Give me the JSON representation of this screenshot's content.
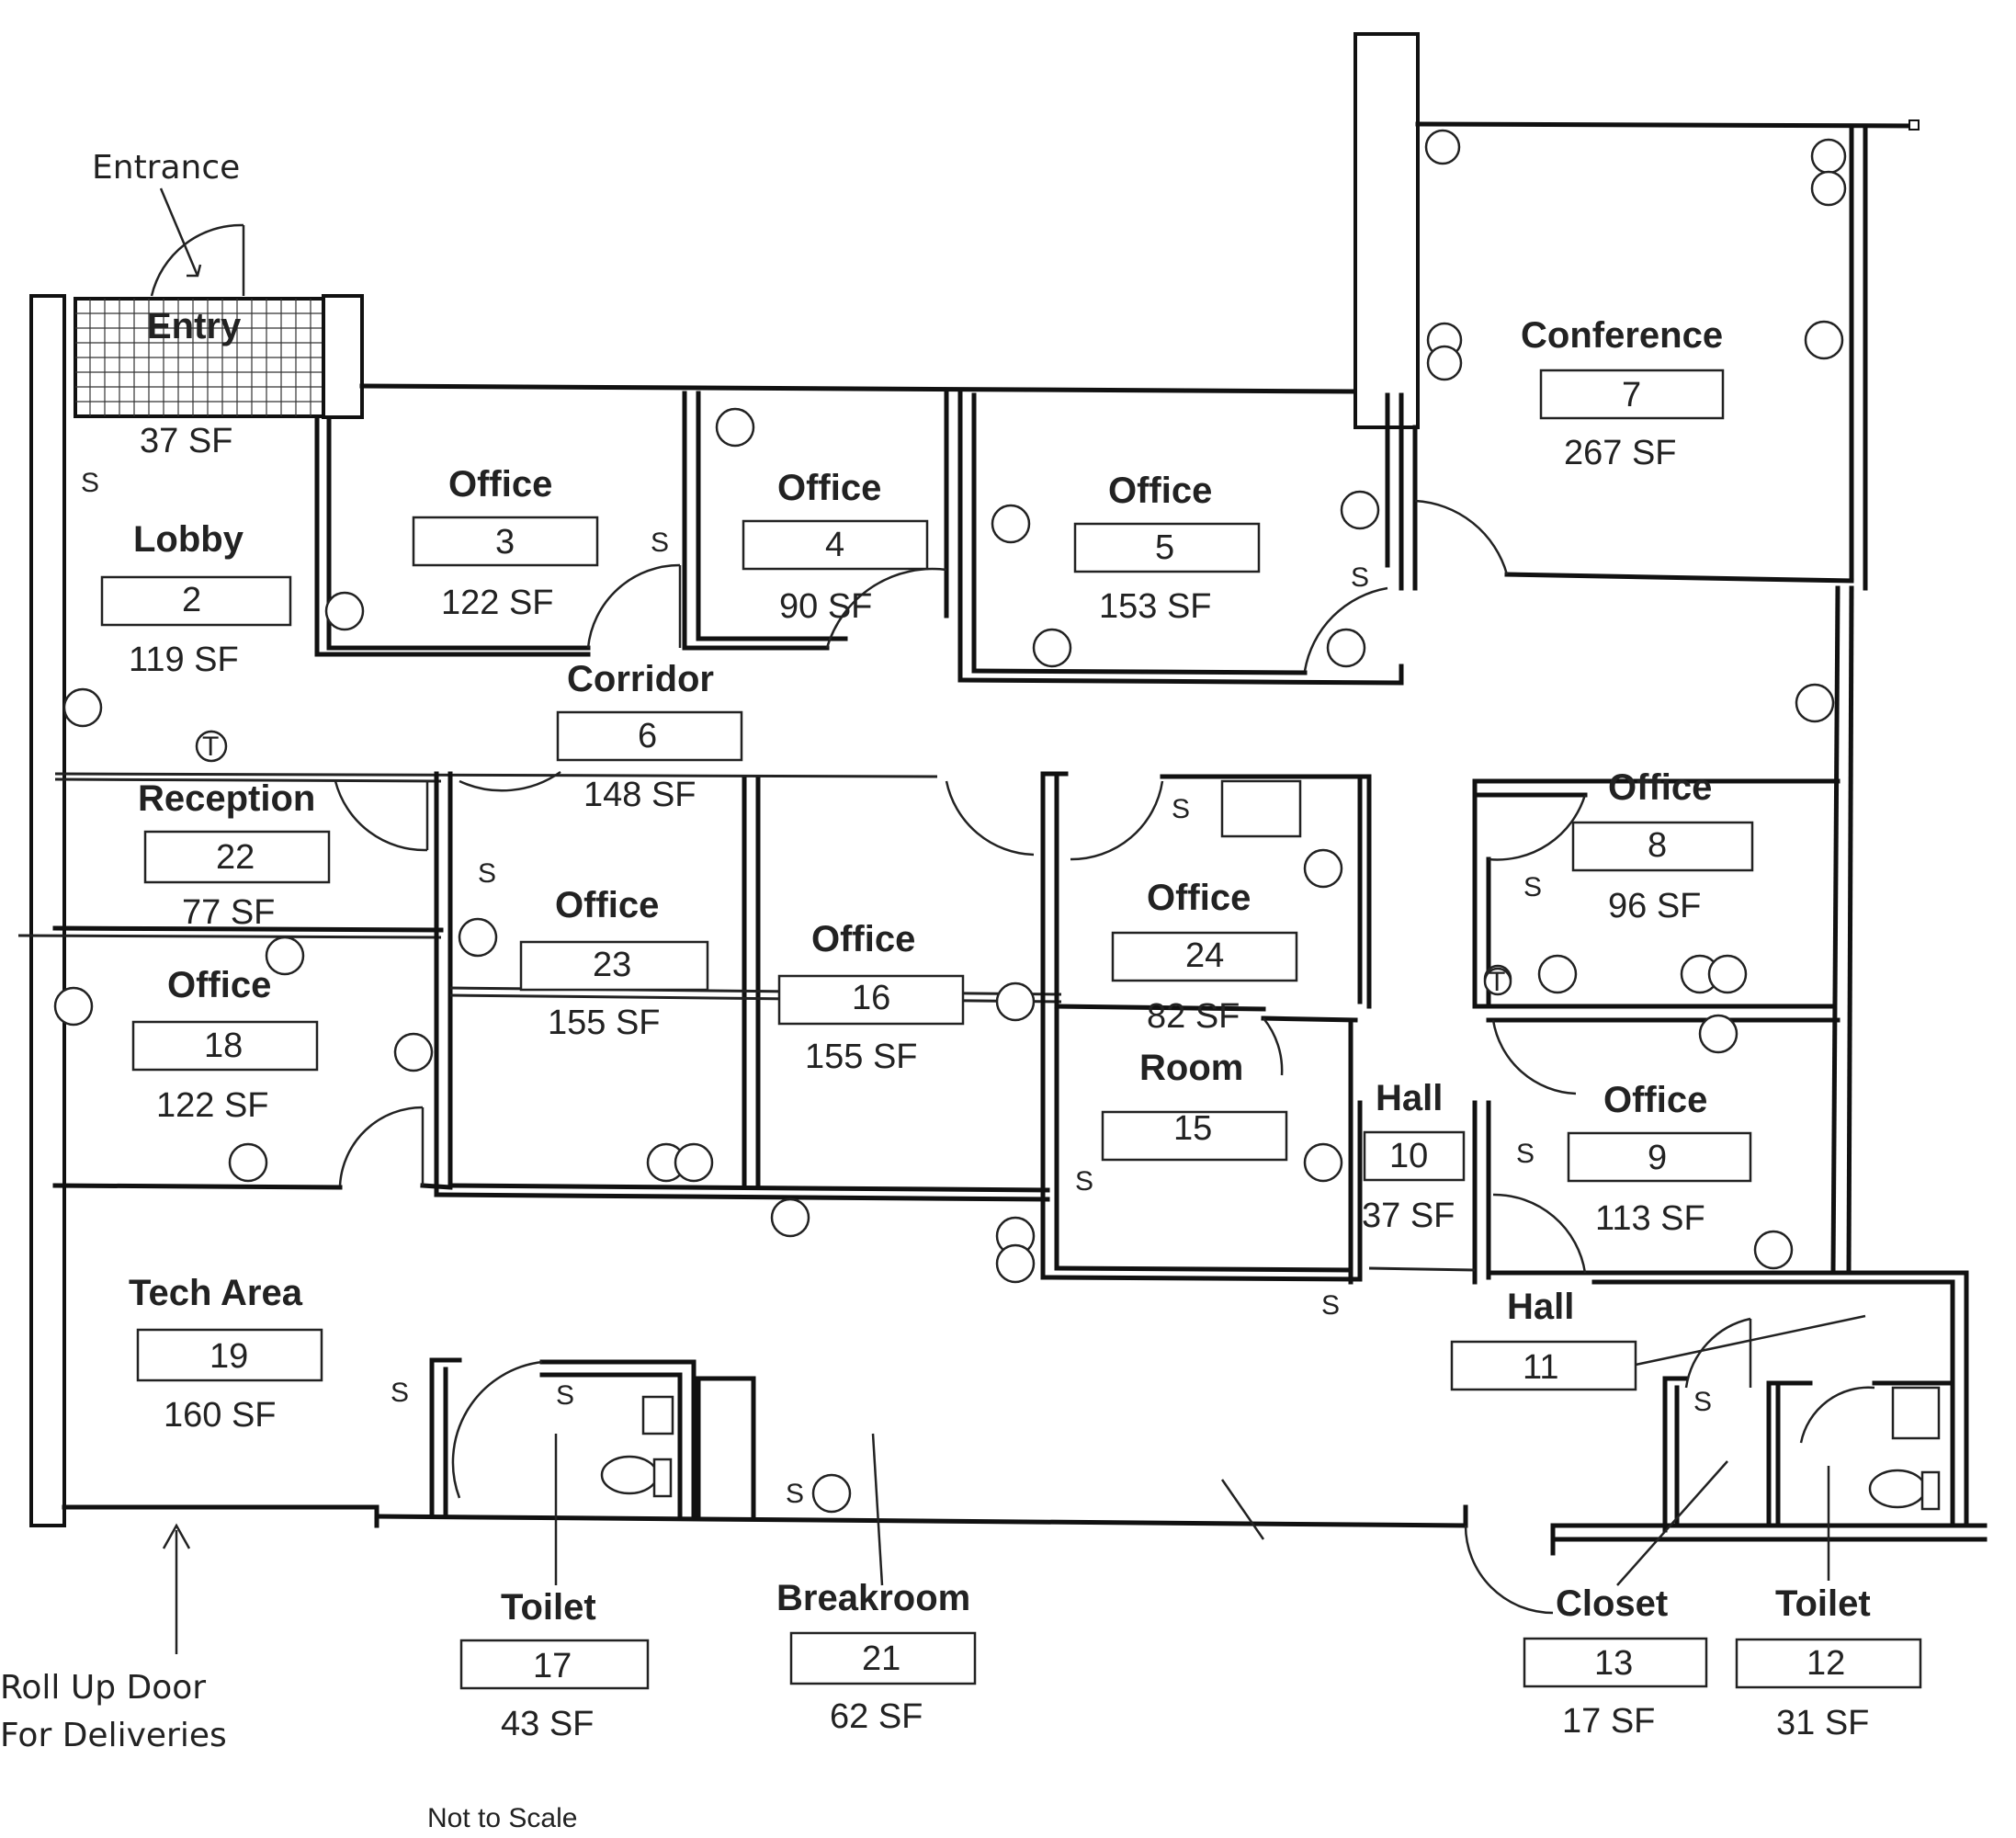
{
  "labels": {
    "entrance": "Entrance",
    "roll_up_door": [
      "Roll Up Door",
      "For Deliveries"
    ],
    "not_to_scale": "Not to Scale"
  },
  "rooms": [
    {
      "id": "entry",
      "name": "Entry",
      "number": "",
      "area": "37 SF"
    },
    {
      "id": "lobby",
      "name": "Lobby",
      "number": "2",
      "area": "119 SF"
    },
    {
      "id": "office-3",
      "name": "Office",
      "number": "3",
      "area": "122 SF"
    },
    {
      "id": "office-4",
      "name": "Office",
      "number": "4",
      "area": "90 SF"
    },
    {
      "id": "office-5",
      "name": "Office",
      "number": "5",
      "area": "153 SF"
    },
    {
      "id": "conference",
      "name": "Conference",
      "number": "7",
      "area": "267 SF"
    },
    {
      "id": "corridor",
      "name": "Corridor",
      "number": "6",
      "area": "148 SF"
    },
    {
      "id": "reception",
      "name": "Reception",
      "number": "22",
      "area": "77 SF"
    },
    {
      "id": "office-23",
      "name": "Office",
      "number": "23",
      "area": "155 SF"
    },
    {
      "id": "office-16",
      "name": "Office",
      "number": "16",
      "area": "155 SF"
    },
    {
      "id": "office-24",
      "name": "Office",
      "number": "24",
      "area": "82 SF"
    },
    {
      "id": "office-8",
      "name": "Office",
      "number": "8",
      "area": "96 SF"
    },
    {
      "id": "office-18",
      "name": "Office",
      "number": "18",
      "area": "122 SF"
    },
    {
      "id": "room-15",
      "name": "Room",
      "number": "15",
      "area": ""
    },
    {
      "id": "hall-10",
      "name": "Hall",
      "number": "10",
      "area": "37 SF"
    },
    {
      "id": "office-9",
      "name": "Office",
      "number": "9",
      "area": "113 SF"
    },
    {
      "id": "tech-area",
      "name": "Tech Area",
      "number": "19",
      "area": "160 SF"
    },
    {
      "id": "hall-11",
      "name": "Hall",
      "number": "11",
      "area": ""
    },
    {
      "id": "toilet-17",
      "name": "Toilet",
      "number": "17",
      "area": "43 SF"
    },
    {
      "id": "breakroom",
      "name": "Breakroom",
      "number": "21",
      "area": "62 SF"
    },
    {
      "id": "closet",
      "name": "Closet",
      "number": "13",
      "area": "17 SF"
    },
    {
      "id": "toilet-12",
      "name": "Toilet",
      "number": "12",
      "area": "31 SF"
    }
  ],
  "symbols": {
    "switch": "S",
    "thermostat": "T"
  }
}
